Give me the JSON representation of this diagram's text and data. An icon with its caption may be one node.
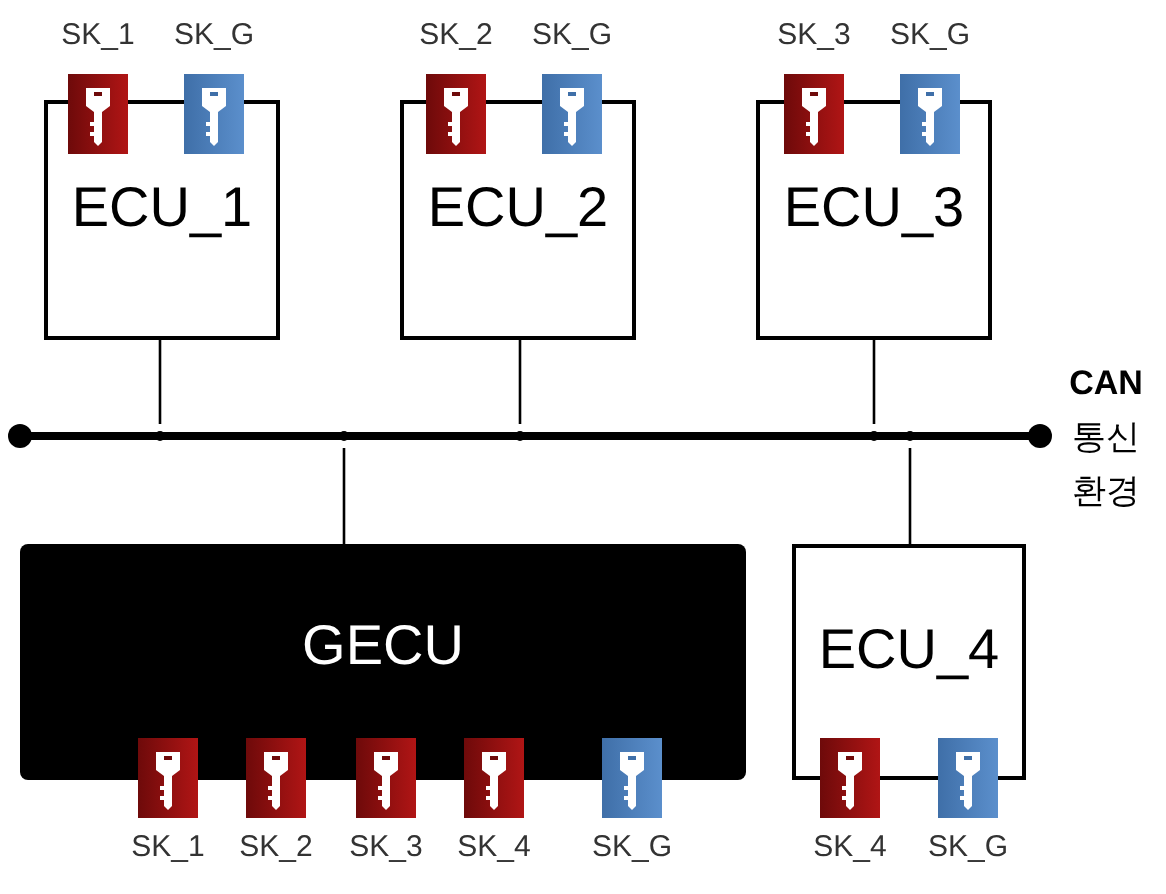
{
  "diagram": {
    "nodes": [
      {
        "text": [
          "ECU_1"
        ]
      },
      {
        "text": [
          "ECU_2"
        ]
      },
      {
        "text": [
          "ECU_3"
        ]
      },
      {
        "text": [],
        "shape": "bar"
      },
      {
        "text": [
          "GECU"
        ]
      },
      {
        "text": [
          "ECU_4"
        ]
      }
    ],
    "edges": [
      {
        "from": 0,
        "to": 3,
        "arrow": "none"
      },
      {
        "from": 1,
        "to": 3,
        "arrow": "none"
      },
      {
        "from": 2,
        "to": 3,
        "arrow": "none"
      },
      {
        "from": 4,
        "to": 3,
        "arrow": "none"
      },
      {
        "from": 5,
        "to": 3,
        "arrow": "none"
      }
    ],
    "labels": [
      "SK_1",
      "SK_G",
      "SK_2",
      "SK_G",
      "SK_3",
      "SK_G",
      "**CAN** 통신 환경",
      "SK_1",
      "SK_2",
      "SK_3",
      "SK_4",
      "SK_G",
      "SK_4",
      "SK_G"
    ]
  }
}
